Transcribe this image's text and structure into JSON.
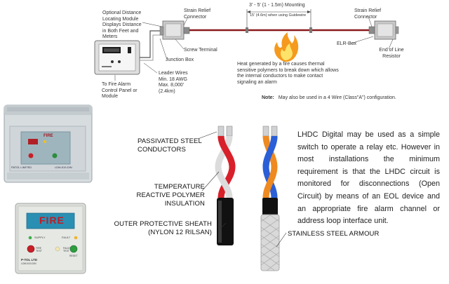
{
  "top_diagram": {
    "module_note": "Optional Distance Locating Module Displays Distance in Both Feet and Meters",
    "strain_relief_left": "Strain Relief Connector",
    "mounting_top": "3' - 5' (1 - 1.5m) Mounting",
    "mounting_guidewire": "15' (4.6m) when using Guidewire",
    "strain_relief_right": "Strain Relief Connector",
    "screw_terminal": "Screw Terminal",
    "junction_box": "Junction Box",
    "elr_box": "ELR-Box",
    "end_of_line": "End of Line Resistor",
    "leader_wires": "Leader Wires Min. 18 AWG Max. 8,000' (2.4km)",
    "fire_alarm": "To Fire Alarm Control Panel or Module",
    "heat_note": "Heat generated by a fire causes thermal sensitive polymers to break down which allows the internal conductors to make contact signaling an alarm",
    "note_label": "Note:",
    "note_text": "May also be used in a 4 Wire (Class\"A\") configuration."
  },
  "modules": {
    "upper": {
      "fire": "FIRE",
      "brand": "PATOL LIMITED",
      "model": "LDM-519-DIN"
    },
    "lower": {
      "fire": "FIRE",
      "supply": "SUPPLY",
      "fault": "FAULT",
      "fire_test": "FIRE TEST",
      "fault_test": "FAULT TEST",
      "reset": "RESET",
      "brand": "P-TOL LTD",
      "model": "LDM-519-DIN"
    }
  },
  "cable_labels": {
    "passivated": "PASSIVATED STEEL CONDUCTORS",
    "temperature": "TEMPERATURE REACTIVE POLYMER INSULATION",
    "outer": "OUTER PROTECTIVE SHEATH (NYLON 12 RILSAN)",
    "armour": "STAINLESS STEEL ARMOUR"
  },
  "description": "LHDC Digital may be used as a simple switch to operate a relay etc. However in most installations the minimum requirement is that the LHDC circuit is monitored for disconnections (Open Circuit) by means of an EOL device and an appropriate fire alarm channel or address loop interface unit.",
  "colors": {
    "cable": "#8b1a1a",
    "flame": "#f59a1e",
    "insulation_red": "#d8202a",
    "insulation_blue": "#2a5fd8",
    "insulation_orange": "#ef8a20"
  }
}
